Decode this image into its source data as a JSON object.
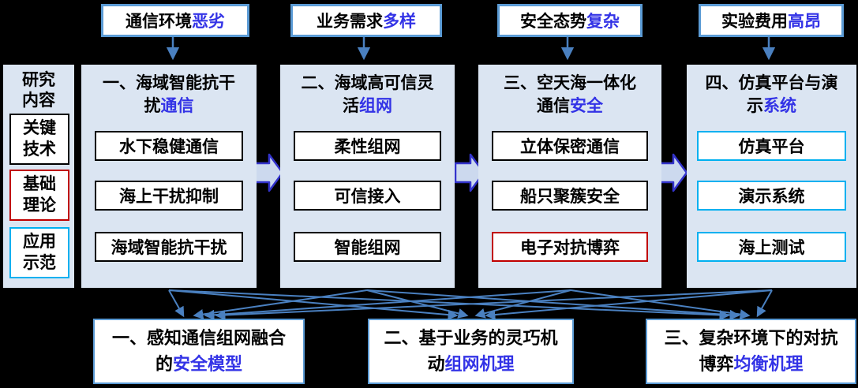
{
  "colors": {
    "background": "#000000",
    "panel_fill": "#dbe5f2",
    "box_border_blue": "#5b9bd5",
    "border_black": "#000000",
    "border_red": "#c00000",
    "border_cyan": "#00b0f0",
    "accent_text_blue": "#3333e6",
    "connector_blue": "#4a80c0",
    "block_arrow_fill": "#ccd9ee",
    "block_arrow_border": "#3333cc"
  },
  "top_challenges": [
    {
      "prefix": "通信环境",
      "highlight": "恶劣"
    },
    {
      "prefix": "业务需求",
      "highlight": "多样"
    },
    {
      "prefix": "安全态势",
      "highlight": "复杂"
    },
    {
      "prefix": "实验费用",
      "highlight": "高昂"
    }
  ],
  "sidebar": {
    "title": "研究内容",
    "items": [
      {
        "label": "关键技术",
        "border": "black"
      },
      {
        "label": "基础理论",
        "border": "red"
      },
      {
        "label": "应用示范",
        "border": "cyan"
      }
    ]
  },
  "columns": [
    {
      "title_prefix": "一、海域智能抗干扰",
      "title_highlight": "通信",
      "items": [
        {
          "label": "水下稳健通信",
          "border": "black"
        },
        {
          "label": "海上干扰抑制",
          "border": "black"
        },
        {
          "label": "海域智能抗干扰",
          "border": "black"
        }
      ]
    },
    {
      "title_prefix": "二、海域高可信灵活",
      "title_highlight": "组网",
      "items": [
        {
          "label": "柔性组网",
          "border": "black"
        },
        {
          "label": "可信接入",
          "border": "black"
        },
        {
          "label": "智能组网",
          "border": "black"
        }
      ]
    },
    {
      "title_prefix": "三、空天海一体化通信",
      "title_highlight": "安全",
      "items": [
        {
          "label": "立体保密通信",
          "border": "black"
        },
        {
          "label": "船只聚簇安全",
          "border": "black"
        },
        {
          "label": "电子对抗博弈",
          "border": "red"
        }
      ]
    },
    {
      "title_prefix": "四、仿真平台与演示",
      "title_highlight": "系统",
      "items": [
        {
          "label": "仿真平台",
          "border": "cyan"
        },
        {
          "label": "演示系统",
          "border": "cyan"
        },
        {
          "label": "海上测试",
          "border": "cyan"
        }
      ]
    }
  ],
  "bottom_theories": [
    {
      "prefix": "一、感知通信组网融合的",
      "highlight": "安全模型"
    },
    {
      "prefix": "二、基于业务的灵巧机动",
      "highlight": "组网机理"
    },
    {
      "prefix": "三、复杂环境下的对抗博弈",
      "highlight": "均衡机理"
    }
  ]
}
